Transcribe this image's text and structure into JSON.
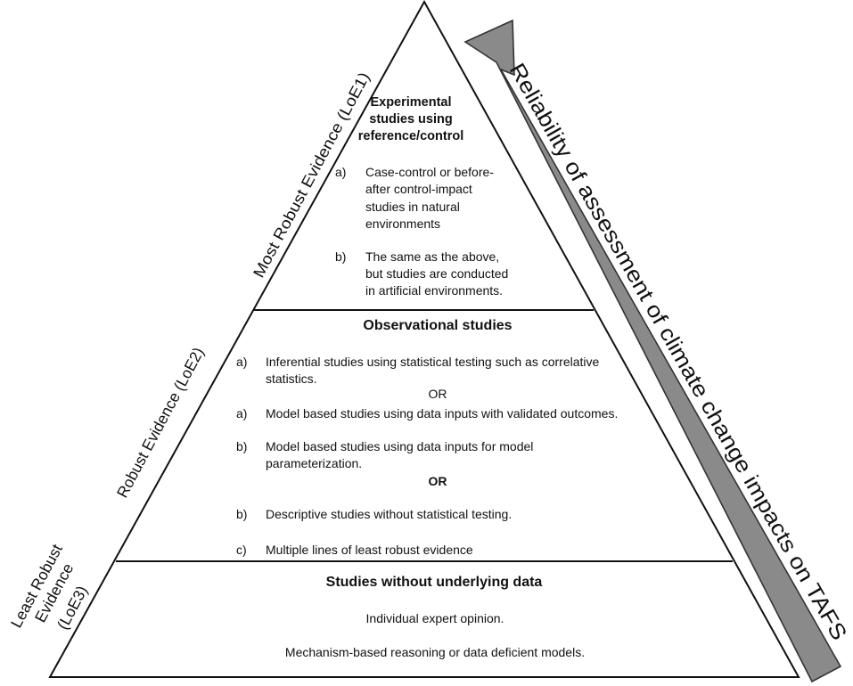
{
  "arrow": {
    "label": "Reliability of assessment of climate change impacts on TAFS"
  },
  "levels": {
    "loe1": {
      "side_label": "Most Robust Evidence (LoE1)",
      "title_lines": [
        "Experimental",
        "studies using",
        "reference/control"
      ],
      "items": [
        {
          "marker": "a)",
          "lines": [
            "Case-control or before-",
            "after control-impact",
            "studies in natural",
            "environments"
          ]
        },
        {
          "marker": "b)",
          "lines": [
            "The same as the above,",
            "but studies are conducted",
            "in artificial environments."
          ]
        }
      ]
    },
    "loe2": {
      "side_label": "Robust Evidence (LoE2)",
      "title": "Observational studies",
      "items": [
        {
          "marker": "a)",
          "lines": [
            "Inferential studies using statistical testing such as correlative",
            "statistics."
          ]
        },
        {
          "marker": "a)",
          "lines": [
            "Model based studies using data inputs with validated outcomes."
          ]
        },
        {
          "marker": "b)",
          "lines": [
            "Model based studies using data inputs for model",
            "parameterization."
          ]
        },
        {
          "marker": "b)",
          "lines": [
            "Descriptive studies without statistical testing."
          ]
        },
        {
          "marker": "c)",
          "lines": [
            "Multiple lines of least robust evidence"
          ]
        }
      ],
      "or_labels": [
        "OR",
        "OR"
      ]
    },
    "loe3": {
      "side_label_lines": [
        "Least Robust",
        "Evidence",
        "(LoE3)"
      ],
      "title": "Studies without underlying data",
      "lines": [
        "Individual expert opinion.",
        "Mechanism-based reasoning or data deficient models."
      ]
    }
  }
}
